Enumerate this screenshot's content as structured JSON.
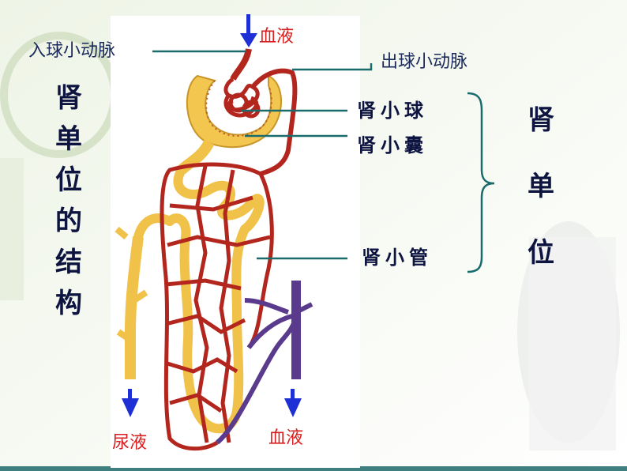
{
  "left_title": [
    "肾",
    "单",
    "位",
    "的",
    "结",
    "构"
  ],
  "labels": {
    "blood_in": "血液",
    "afferent": "入球小动脉",
    "efferent": "出球小动脉",
    "glomerulus": "肾小球",
    "capsule": "肾小囊",
    "tubule": "肾小管",
    "urine": "尿液",
    "blood_out": "血液"
  },
  "bracket_label": [
    "肾",
    "单",
    "位"
  ],
  "colors": {
    "arrow": "#1e2fd6",
    "artery": "#b3261e",
    "vein": "#5a3a8c",
    "tubule": "#f0c24a",
    "leader": "#1a6b6b"
  }
}
